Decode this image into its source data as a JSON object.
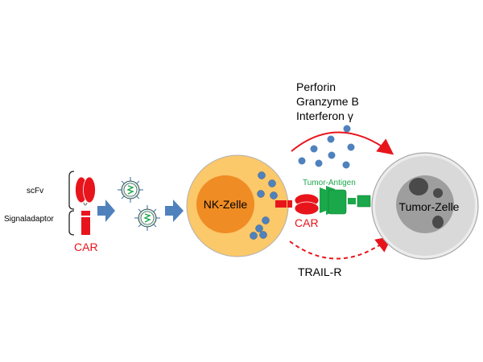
{
  "legend": {
    "scfv": "scFv",
    "signaladaptor": "Signaladaptor",
    "car": "CAR"
  },
  "nk_cell": {
    "label": "NK-Zelle"
  },
  "tumor_cell": {
    "label": "Tumor-Zelle"
  },
  "tumor_antigen": {
    "label": "Tumor-Antigen"
  },
  "car_label": "CAR",
  "secreted": {
    "line1": "Perforin",
    "line2": "Granzyme B",
    "line3": "Interferon γ"
  },
  "trail_label": "TRAIL-R",
  "colors": {
    "car_red": "#e8141c",
    "arrow_blue": "#4f81bd",
    "dot_blue": "#4f81bd",
    "nk_outer": "#fbc86a",
    "nk_nucleus": "#ef8c24",
    "antigen_green": "#1aa84a",
    "tumor_outer": "#d9d9d9",
    "tumor_nucleus": "#9e9e9e"
  }
}
